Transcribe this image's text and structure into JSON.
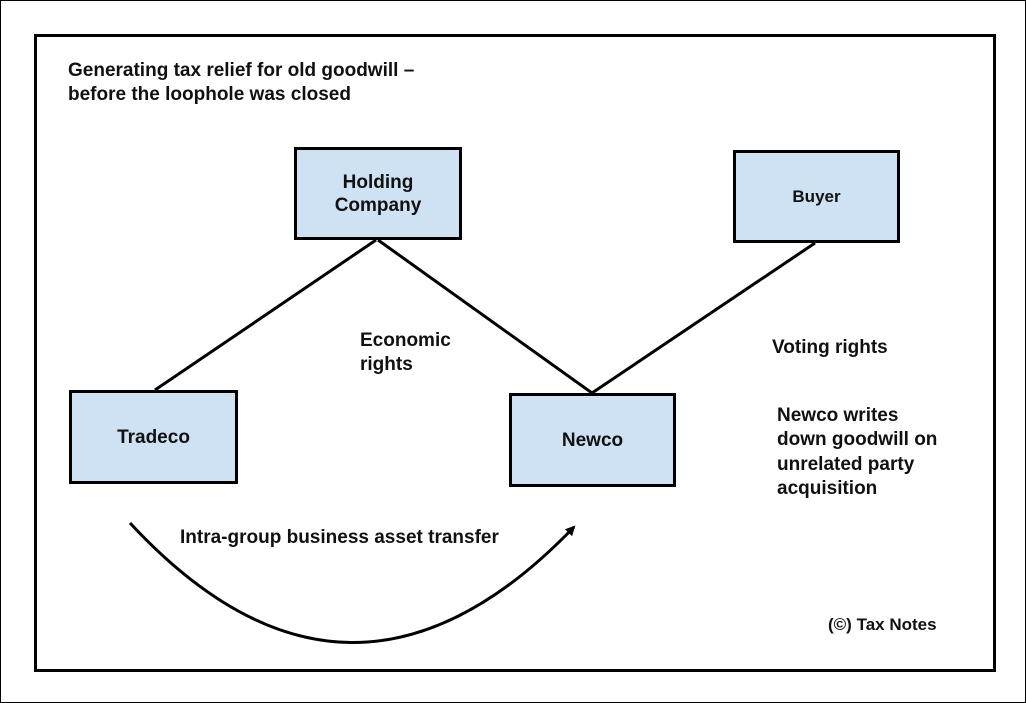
{
  "title": {
    "line1": "Generating tax relief for old goodwill –",
    "line2": "before the loophole was closed"
  },
  "nodes": {
    "holding_company": {
      "line1": "Holding",
      "line2": "Company"
    },
    "buyer": {
      "label": "Buyer"
    },
    "tradeco": {
      "label": "Tradeco"
    },
    "newco": {
      "label": "Newco"
    }
  },
  "edge_labels": {
    "economic_line1": "Economic",
    "economic_line2": "rights",
    "voting": "Voting rights"
  },
  "note": {
    "line1": "Newco writes",
    "line2": "down goodwill on",
    "line3": "unrelated party",
    "line4": "acquisition"
  },
  "transfer_label": "Intra-group business asset transfer",
  "copyright": "(©) Tax Notes",
  "colors": {
    "box_fill": "#cfe2f3",
    "border": "#000000",
    "text": "#111111",
    "line": "#000000"
  }
}
